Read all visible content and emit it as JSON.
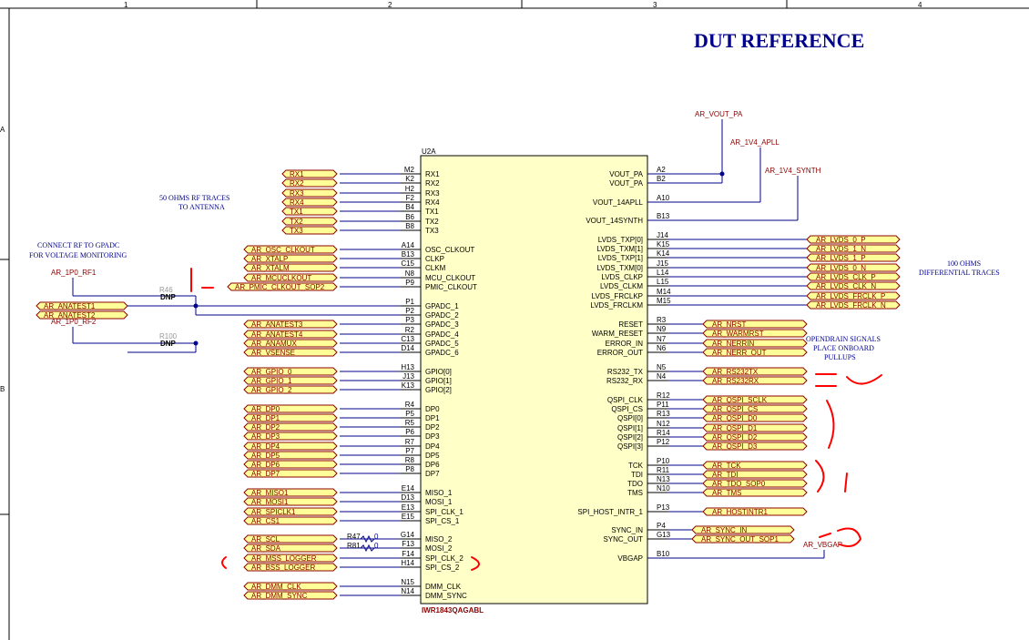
{
  "title": "DUT REFERENCE",
  "border_cols": [
    "1",
    "2",
    "3",
    "4"
  ],
  "border_rows": [
    "A",
    "B"
  ],
  "ic": {
    "ref": "U2A",
    "part": "IWR1843QAGABL"
  },
  "notes": {
    "rf_traces": [
      "50 OHMS RF TRACES",
      "TO ANTENNA"
    ],
    "gpadc": [
      "CONNECT RF TO GPADC",
      "FOR VOLTAGE MONITORING"
    ],
    "diff": [
      "100 OHMS",
      "DIFFERENTIAL TRACES"
    ],
    "opendrain": [
      "OPENDRAIN SIGNALS",
      "PLACE ONBOARD",
      "PULLUPS"
    ]
  },
  "rf_nets": [
    "AR_1P0_RF1",
    "AR_1P0_RF2"
  ],
  "resistors": [
    {
      "ref": "R46",
      "val": "DNP"
    },
    {
      "ref": "R100",
      "val": "DNP"
    },
    {
      "ref": "R47",
      "val": "0"
    },
    {
      "ref": "R81",
      "val": "0"
    }
  ],
  "left_pins": [
    {
      "ball": "M2",
      "pin": "RX1",
      "net": "RX1"
    },
    {
      "ball": "K2",
      "pin": "RX2",
      "net": "RX2"
    },
    {
      "ball": "H2",
      "pin": "RX3",
      "net": "RX3"
    },
    {
      "ball": "F2",
      "pin": "RX4",
      "net": "RX4"
    },
    {
      "ball": "B4",
      "pin": "TX1",
      "net": "TX1"
    },
    {
      "ball": "B6",
      "pin": "TX2",
      "net": "TX2"
    },
    {
      "ball": "B8",
      "pin": "TX3",
      "net": "TX3"
    },
    {
      "ball": "A14",
      "pin": "OSC_CLKOUT",
      "net": "AR_OSC_CLKOUT"
    },
    {
      "ball": "B13",
      "pin": "CLKP",
      "net": "AR_XTALP"
    },
    {
      "ball": "C15",
      "pin": "CLKM",
      "net": "AR_XTALM"
    },
    {
      "ball": "N8",
      "pin": "MCU_CLKOUT",
      "net": "AR_MCUCLKOUT"
    },
    {
      "ball": "P9",
      "pin": "PMIC_CLKOUT",
      "net": "AR_PMIC_CLKOUT_SOP2"
    },
    {
      "ball": "P1",
      "pin": "GPADC_1",
      "net": "AR_ANATEST1"
    },
    {
      "ball": "P2",
      "pin": "GPADC_2",
      "net": "AR_ANATEST2"
    },
    {
      "ball": "P3",
      "pin": "GPADC_3",
      "net": "AR_ANATEST3"
    },
    {
      "ball": "R2",
      "pin": "GPADC_4",
      "net": "AR_ANATEST4"
    },
    {
      "ball": "C13",
      "pin": "GPADC_5",
      "net": "AR_ANAMUX"
    },
    {
      "ball": "D14",
      "pin": "GPADC_6",
      "net": "AR_VSENSE"
    },
    {
      "ball": "H13",
      "pin": "GPIO[0]",
      "net": "AR_GPIO_0"
    },
    {
      "ball": "J13",
      "pin": "GPIO[1]",
      "net": "AR_GPIO_1"
    },
    {
      "ball": "K13",
      "pin": "GPIO[2]",
      "net": "AR_GPIO_2"
    },
    {
      "ball": "R4",
      "pin": "DP0",
      "net": "AR_DP0"
    },
    {
      "ball": "P5",
      "pin": "DP1",
      "net": "AR_DP1"
    },
    {
      "ball": "R5",
      "pin": "DP2",
      "net": "AR_DP2"
    },
    {
      "ball": "P6",
      "pin": "DP3",
      "net": "AR_DP3"
    },
    {
      "ball": "R7",
      "pin": "DP4",
      "net": "AR_DP4"
    },
    {
      "ball": "P7",
      "pin": "DP5",
      "net": "AR_DP5"
    },
    {
      "ball": "R8",
      "pin": "DP6",
      "net": "AR_DP6"
    },
    {
      "ball": "P8",
      "pin": "DP7",
      "net": "AR_DP7"
    },
    {
      "ball": "E14",
      "pin": "MISO_1",
      "net": "AR_MISO1"
    },
    {
      "ball": "D13",
      "pin": "MOSI_1",
      "net": "AR_MOSI1"
    },
    {
      "ball": "E13",
      "pin": "SPI_CLK_1",
      "net": "AR_SPICLK1"
    },
    {
      "ball": "E15",
      "pin": "SPI_CS_1",
      "net": "AR_CS1"
    },
    {
      "ball": "G14",
      "pin": "MISO_2",
      "net": "AR_SCL"
    },
    {
      "ball": "F13",
      "pin": "MOSI_2",
      "net": "AR_SDA"
    },
    {
      "ball": "F14",
      "pin": "SPI_CLK_2",
      "net": "AR_MSS_LOGGER"
    },
    {
      "ball": "H14",
      "pin": "SPI_CS_2",
      "net": "AR_BSS_LOGGER"
    },
    {
      "ball": "N15",
      "pin": "DMM_CLK",
      "net": "AR_DMM_CLK"
    },
    {
      "ball": "N14",
      "pin": "DMM_SYNC",
      "net": "AR_DMM_SYNC"
    }
  ],
  "right_pins": [
    {
      "ball": "A2",
      "pin": "VOUT_PA",
      "net": ""
    },
    {
      "ball": "B2",
      "pin": "VOUT_PA",
      "net": ""
    },
    {
      "ball": "A10",
      "pin": "VOUT_14APLL",
      "net": ""
    },
    {
      "ball": "B13",
      "pin": "VOUT_14SYNTH",
      "net": ""
    },
    {
      "ball": "J14",
      "pin": "LVDS_TXP[0]",
      "net": "AR_LVDS_0_P"
    },
    {
      "ball": "K15",
      "pin": "LVDS_TXM[1]",
      "net": "AR_LVDS_1_N"
    },
    {
      "ball": "K14",
      "pin": "LVDS_TXP[1]",
      "net": "AR_LVDS_1_P"
    },
    {
      "ball": "J15",
      "pin": "LVDS_TXM[0]",
      "net": "AR_LVDS_0_N"
    },
    {
      "ball": "L14",
      "pin": "LVDS_CLKP",
      "net": "AR_LVDS_CLK_P"
    },
    {
      "ball": "L15",
      "pin": "LVDS_CLKM",
      "net": "AR_LVDS_CLK_N"
    },
    {
      "ball": "M14",
      "pin": "LVDS_FRCLKP",
      "net": "AR_LVDS_FRCLK_P"
    },
    {
      "ball": "M15",
      "pin": "LVDS_FRCLKM",
      "net": "AR_LVDS_FRCLK_N"
    },
    {
      "ball": "R3",
      "pin": "RESET",
      "net": "AR_NRST"
    },
    {
      "ball": "N9",
      "pin": "WARM_RESET",
      "net": "AR_WARMRST"
    },
    {
      "ball": "N7",
      "pin": "ERROR_IN",
      "net": "AR_NERRIN"
    },
    {
      "ball": "N6",
      "pin": "ERROR_OUT",
      "net": "AR_NERR_OUT"
    },
    {
      "ball": "N5",
      "pin": "RS232_TX",
      "net": "AR_RS232TX"
    },
    {
      "ball": "N4",
      "pin": "RS232_RX",
      "net": "AR_RS232RX"
    },
    {
      "ball": "R12",
      "pin": "QSPI_CLK",
      "net": "AR_QSPI_SCLK"
    },
    {
      "ball": "P11",
      "pin": "QSPI_CS",
      "net": "AR_QSPI_CS"
    },
    {
      "ball": "R13",
      "pin": "QSPI[0]",
      "net": "AR_QSPI_D0"
    },
    {
      "ball": "N12",
      "pin": "QSPI[1]",
      "net": "AR_QSPI_D1"
    },
    {
      "ball": "R14",
      "pin": "QSPI[2]",
      "net": "AR_QSPI_D2"
    },
    {
      "ball": "P12",
      "pin": "QSPI[3]",
      "net": "AR_QSPI_D3"
    },
    {
      "ball": "P10",
      "pin": "TCK",
      "net": "AR_TCK"
    },
    {
      "ball": "R11",
      "pin": "TDI",
      "net": "AR_TDI"
    },
    {
      "ball": "N13",
      "pin": "TDO",
      "net": "AR_TDO_SOP0"
    },
    {
      "ball": "N10",
      "pin": "TMS",
      "net": "AR_TMS"
    },
    {
      "ball": "P13",
      "pin": "SPI_HOST_INTR_1",
      "net": "AR_HOSTINTR1"
    },
    {
      "ball": "P4",
      "pin": "SYNC_IN",
      "net": "AR_SYNC_IN"
    },
    {
      "ball": "G13",
      "pin": "SYNC_OUT",
      "net": "AR_SYNC_OUT_SOP1"
    },
    {
      "ball": "B10",
      "pin": "VBGAP",
      "net": ""
    }
  ],
  "power_nets": [
    "AR_VOUT_PA",
    "AR_1V4_APLL",
    "AR_1V4_SYNTH",
    "AR_VBGAP"
  ]
}
